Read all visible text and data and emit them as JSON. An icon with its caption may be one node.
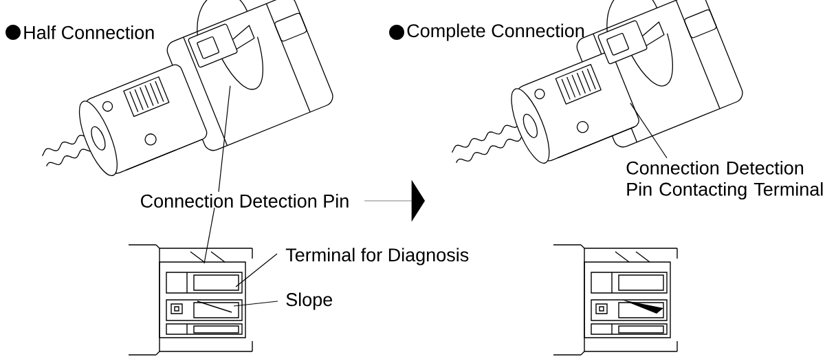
{
  "diagram": {
    "nodes": [
      {
        "text": [
          "Connection Detection Pin"
        ]
      },
      {
        "text": [
          "Terminal for Diagnosis"
        ]
      },
      {
        "text": [
          "Slope"
        ]
      },
      {
        "text": [
          "Connection Detection Pin Contacting Terminal"
        ]
      },
      {
        "text": [],
        "shape": "picture"
      },
      {
        "text": [],
        "shape": "picture"
      },
      {
        "text": [],
        "shape": "arrow"
      }
    ],
    "edges": [
      {
        "from": 0,
        "to": 4,
        "arrow": "none"
      },
      {
        "from": 0,
        "to": null,
        "arrow": "none"
      },
      {
        "from": 1,
        "to": null,
        "arrow": "none"
      },
      {
        "from": 2,
        "to": null,
        "arrow": "none"
      },
      {
        "from": 3,
        "to": 5,
        "arrow": "none"
      }
    ],
    "labels": [
      "Half Connection",
      "Complete Connection"
    ]
  }
}
